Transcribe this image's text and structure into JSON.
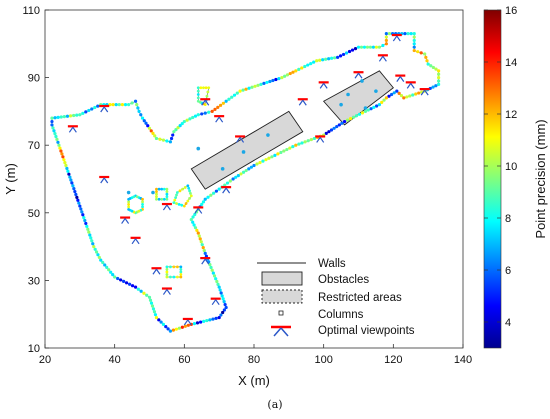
{
  "chart_data": {
    "type": "scatter",
    "xlabel": "X (m)",
    "ylabel": "Y (m)",
    "xlim": [
      20,
      140
    ],
    "ylim": [
      10,
      110
    ],
    "xticks": [
      "20",
      "40",
      "60",
      "80",
      "100",
      "120",
      "140"
    ],
    "yticks": [
      "10",
      "30",
      "50",
      "70",
      "90",
      "110"
    ],
    "colorbar": {
      "label": "Point precision (mm)",
      "range": [
        3,
        16
      ],
      "ticks": [
        "4",
        "6",
        "8",
        "10",
        "12",
        "14",
        "16"
      ],
      "colormap": "jet"
    },
    "legend": {
      "placement": "bottom-right",
      "entries": [
        "Walls",
        "Obstacles",
        "Restricted areas",
        "Columns",
        "Optimal viewpoints"
      ]
    },
    "caption": "(a)",
    "walls_outline": [
      [
        22,
        78
      ],
      [
        30,
        79
      ],
      [
        36,
        82
      ],
      [
        44,
        82
      ],
      [
        46,
        83
      ],
      [
        47,
        80
      ],
      [
        48,
        78
      ],
      [
        50,
        75
      ],
      [
        52,
        72
      ],
      [
        56,
        71
      ],
      [
        57,
        74
      ],
      [
        60,
        77
      ],
      [
        64,
        79
      ],
      [
        68,
        80
      ],
      [
        72,
        83
      ],
      [
        76,
        86
      ],
      [
        82,
        88
      ],
      [
        88,
        90
      ],
      [
        92,
        92
      ],
      [
        98,
        95
      ],
      [
        104,
        96
      ],
      [
        110,
        99
      ],
      [
        116,
        99
      ],
      [
        118,
        100
      ],
      [
        118,
        103
      ],
      [
        126,
        103
      ],
      [
        126,
        98
      ],
      [
        129,
        97
      ],
      [
        130,
        94
      ],
      [
        133,
        92
      ],
      [
        133,
        88
      ],
      [
        129,
        86
      ],
      [
        123,
        84
      ],
      [
        121,
        86
      ],
      [
        118,
        84
      ],
      [
        116,
        82
      ],
      [
        112,
        80
      ],
      [
        106,
        77
      ],
      [
        100,
        73
      ],
      [
        92,
        70
      ],
      [
        86,
        67
      ],
      [
        80,
        64
      ],
      [
        74,
        60
      ],
      [
        70,
        57
      ],
      [
        66,
        54
      ],
      [
        64,
        51
      ],
      [
        62,
        48
      ],
      [
        64,
        44
      ],
      [
        66,
        38
      ],
      [
        68,
        33
      ],
      [
        70,
        28
      ],
      [
        72,
        22
      ],
      [
        70,
        19
      ],
      [
        62,
        17
      ],
      [
        56,
        15
      ],
      [
        52,
        19
      ],
      [
        50,
        25
      ],
      [
        46,
        28
      ],
      [
        40,
        31
      ],
      [
        36,
        36
      ],
      [
        34,
        40
      ],
      [
        32,
        46
      ],
      [
        30,
        52
      ],
      [
        28,
        58
      ],
      [
        26,
        64
      ],
      [
        24,
        70
      ],
      [
        22,
        76
      ]
    ],
    "obstacles": [
      [
        [
          62,
          63
        ],
        [
          90,
          80
        ],
        [
          94,
          74
        ],
        [
          66,
          57
        ]
      ],
      [
        [
          100,
          83
        ],
        [
          116,
          92
        ],
        [
          120,
          87
        ],
        [
          106,
          76
        ]
      ]
    ],
    "columns": [
      {
        "x": 71,
        "y": 63
      },
      {
        "x": 77,
        "y": 68
      },
      {
        "x": 84,
        "y": 73
      },
      {
        "x": 105,
        "y": 82
      },
      {
        "x": 107,
        "y": 85
      },
      {
        "x": 111,
        "y": 89
      },
      {
        "x": 115,
        "y": 86
      },
      {
        "x": 112,
        "y": 81
      },
      {
        "x": 44,
        "y": 56
      },
      {
        "x": 51,
        "y": 56
      },
      {
        "x": 64,
        "y": 69
      }
    ],
    "viewpoints": [
      {
        "x": 28,
        "y": 75
      },
      {
        "x": 37,
        "y": 81
      },
      {
        "x": 37,
        "y": 60
      },
      {
        "x": 43,
        "y": 48
      },
      {
        "x": 46,
        "y": 42
      },
      {
        "x": 55,
        "y": 52
      },
      {
        "x": 52,
        "y": 33
      },
      {
        "x": 55,
        "y": 27
      },
      {
        "x": 61,
        "y": 18
      },
      {
        "x": 66,
        "y": 36
      },
      {
        "x": 69,
        "y": 24
      },
      {
        "x": 64,
        "y": 51
      },
      {
        "x": 66,
        "y": 83
      },
      {
        "x": 70,
        "y": 78
      },
      {
        "x": 72,
        "y": 57
      },
      {
        "x": 76,
        "y": 72
      },
      {
        "x": 94,
        "y": 83
      },
      {
        "x": 99,
        "y": 72
      },
      {
        "x": 100,
        "y": 88
      },
      {
        "x": 110,
        "y": 91
      },
      {
        "x": 117,
        "y": 96
      },
      {
        "x": 121,
        "y": 102
      },
      {
        "x": 122,
        "y": 90
      },
      {
        "x": 125,
        "y": 88
      },
      {
        "x": 129,
        "y": 86
      }
    ]
  }
}
